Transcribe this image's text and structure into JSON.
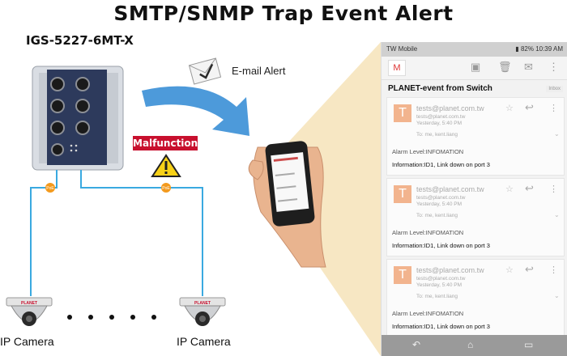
{
  "title": "SMTP/SNMP Trap Event Alert",
  "model": "IGS-5227-6MT-X",
  "email_alert_label": "E-mail Alert",
  "malfunction_label": "Malfunction",
  "poe_label": "PoE",
  "camera_brand": "PLANET",
  "camera_labels": [
    "IP Camera",
    "IP Camera"
  ],
  "colors": {
    "cable": "#3aa9e0",
    "arrow": "#3a8fd6",
    "alert": "#c8102e",
    "warning": "#f7d117",
    "poe": "#f39a1e",
    "switch_panel": "#2d3a5c"
  },
  "phone": {
    "status": {
      "carrier": "TW Mobile",
      "battery": "82%",
      "time": "10:39 AM"
    },
    "subject": "PLANET-event from Switch",
    "inbox_tag": "Inbox",
    "emails": [
      {
        "avatar": "T",
        "from": "tests@planet.com.tw",
        "from_detail": "tests@planet.com.tw",
        "when": "Yesterday, 5:40 PM",
        "to": "To: me, kent.liang",
        "level": "Alarm Level:INFOMATION",
        "info": "Information:ID1, Link down on port 3"
      },
      {
        "avatar": "T",
        "from": "tests@planet.com.tw",
        "from_detail": "tests@planet.com.tw",
        "when": "Yesterday, 5:40 PM",
        "to": "To: me, kent.liang",
        "level": "Alarm Level:INFOMATION",
        "info": "Information:ID1, Link down on port 3"
      },
      {
        "avatar": "T",
        "from": "tests@planet.com.tw",
        "from_detail": "tests@planet.com.tw",
        "when": "Yesterday, 5:40 PM",
        "to": "To: me, kent.liang",
        "level": "Alarm Level:INFOMATION",
        "info": "Information:ID1, Link down on port 3"
      }
    ]
  }
}
